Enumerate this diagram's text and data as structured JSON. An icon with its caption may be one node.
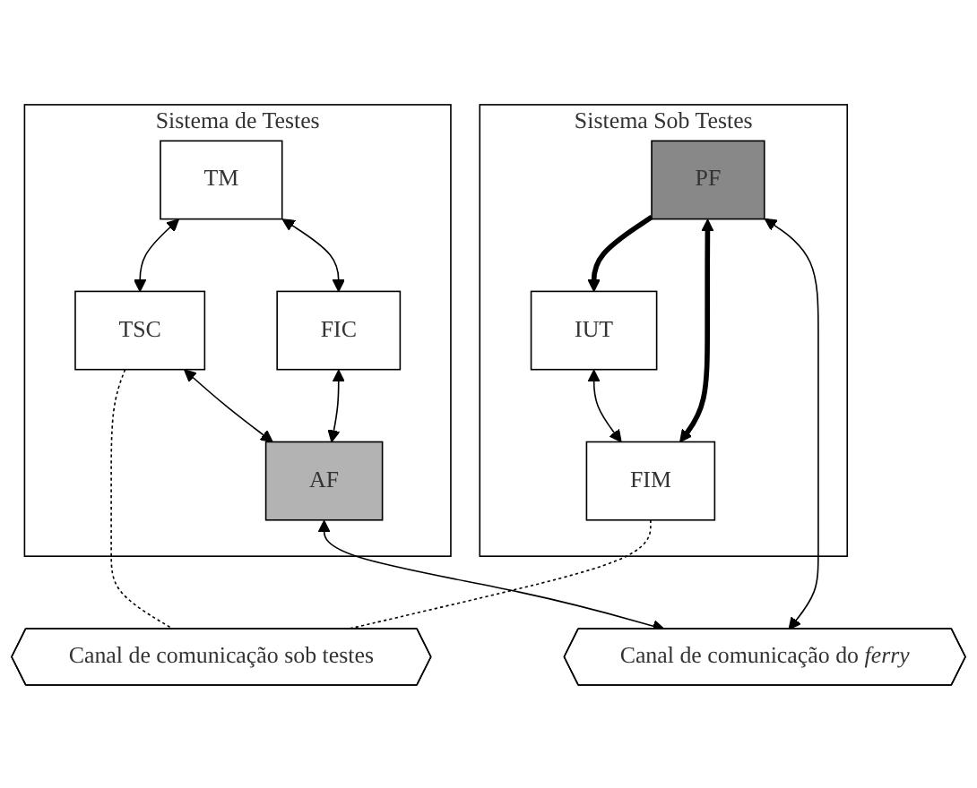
{
  "diagram": {
    "nodes": [
      {
        "text": [
          "Sistema de Testes"
        ]
      },
      {
        "text": [
          "TM"
        ],
        "in": 0
      },
      {
        "text": [
          "TSC"
        ],
        "in": 0
      },
      {
        "text": [
          "FIC"
        ],
        "in": 0
      },
      {
        "text": [
          "AF"
        ],
        "in": 0
      },
      {
        "text": [
          "Sistema Sob Testes"
        ]
      },
      {
        "text": [
          "IUT"
        ],
        "in": 5
      },
      {
        "text": [
          "PF"
        ],
        "in": 5
      },
      {
        "text": [
          "FIM"
        ],
        "in": 5
      },
      {
        "text": [
          "Canal de comunicação do *ferry*"
        ]
      },
      {
        "text": [
          "Canal de comunicação sob testes"
        ]
      }
    ],
    "edges": [
      {
        "from": 1,
        "to": 2,
        "arrow": "both"
      },
      {
        "from": 1,
        "to": 3,
        "arrow": "both"
      },
      {
        "from": 2,
        "to": 4,
        "arrow": "both"
      },
      {
        "from": 3,
        "to": 4,
        "arrow": "both"
      },
      {
        "from": 7,
        "to": 6,
        "arrow": "to",
        "style": "thick"
      },
      {
        "from": 6,
        "to": 8,
        "arrow": "both"
      },
      {
        "from": 7,
        "to": 8,
        "arrow": "both",
        "style": "thick"
      },
      {
        "from": 4,
        "to": 9,
        "arrow": "both"
      },
      {
        "from": 7,
        "to": 9,
        "arrow": "both"
      },
      {
        "from": 2,
        "to": 10,
        "arrow": "none",
        "style": "dashed"
      },
      {
        "from": 8,
        "to": 10,
        "arrow": "none",
        "style": "dashed"
      }
    ]
  }
}
